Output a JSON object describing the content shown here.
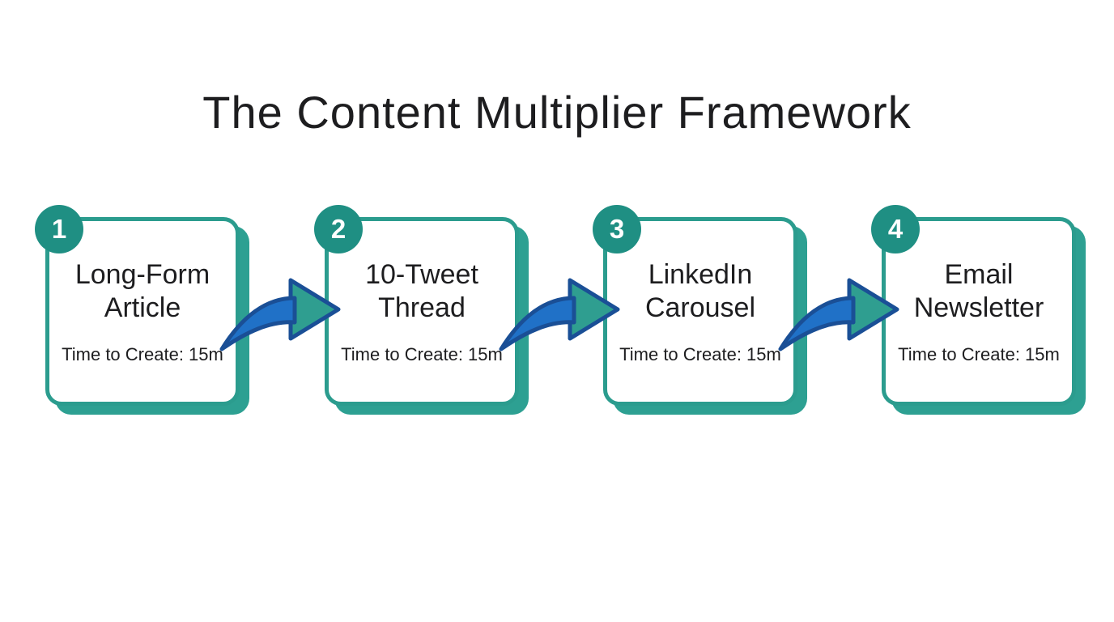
{
  "title": "The Content Multiplier Framework",
  "steps": [
    {
      "number": "1",
      "title_lines": [
        "Long-Form",
        "Article"
      ],
      "time": "Time to Create: 15m"
    },
    {
      "number": "2",
      "title_lines": [
        "10-Tweet",
        "Thread"
      ],
      "time": "Time to Create: 15m"
    },
    {
      "number": "3",
      "title_lines": [
        "LinkedIn",
        "Carousel"
      ],
      "time": "Time to Create: 15m"
    },
    {
      "number": "4",
      "title_lines": [
        "Email",
        "Newsletter"
      ],
      "time": "Time to Create: 15m"
    }
  ],
  "colors": {
    "background": "#ffffff",
    "text": "#1d1d1f",
    "teal_border": "#2b9c8e",
    "teal_shadow": "#2da092",
    "badge": "#1f8f83",
    "badge_number": "#ffffff",
    "arrow_body": "#2071c7",
    "arrow_outline": "#1a4f96",
    "arrow_head": "#2f9e90"
  }
}
